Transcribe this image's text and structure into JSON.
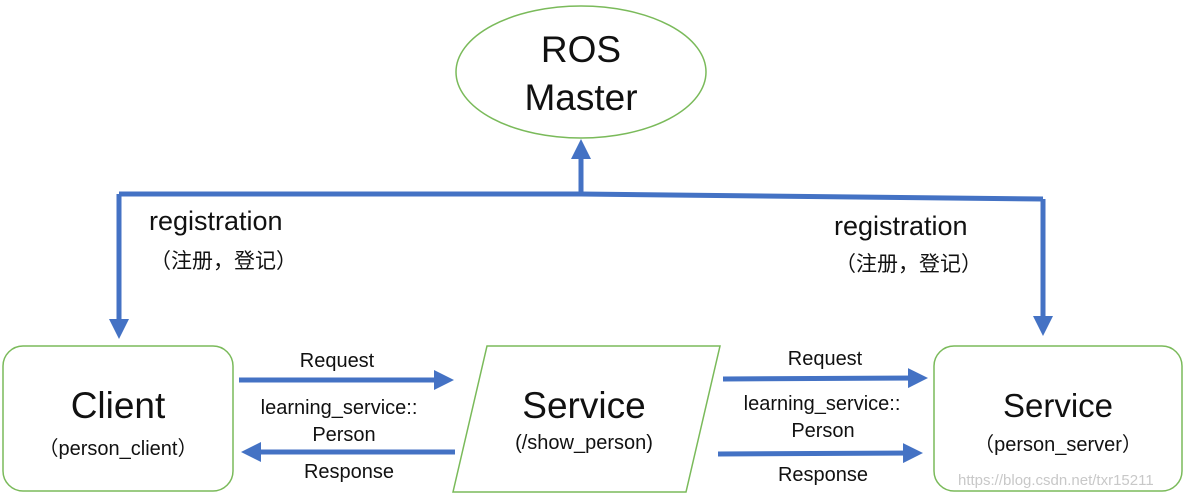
{
  "nodes": {
    "master": {
      "line1": "ROS",
      "line2": "Master"
    },
    "client": {
      "title": "Client",
      "subtitle": "（person_client）"
    },
    "service_mid": {
      "title": "Service",
      "subtitle": "(/show_person)"
    },
    "server": {
      "title": "Service",
      "subtitle": "（person_server）"
    }
  },
  "edges": {
    "reg_left": {
      "label": "registration",
      "sublabel": "（注册，登记）"
    },
    "reg_right": {
      "label": "registration",
      "sublabel": "（注册，登记）"
    },
    "left_request": "Request",
    "left_type_line1": "learning_service::",
    "left_type_line2": "Person",
    "left_response": "Response",
    "right_request": "Request",
    "right_type_line1": "learning_service::",
    "right_type_line2": "Person",
    "right_response": "Response"
  },
  "watermark": "https://blog.csdn.net/txr15211",
  "colors": {
    "node_border": "#7aba5a",
    "arrow": "#4472c4",
    "text": "#111111"
  }
}
